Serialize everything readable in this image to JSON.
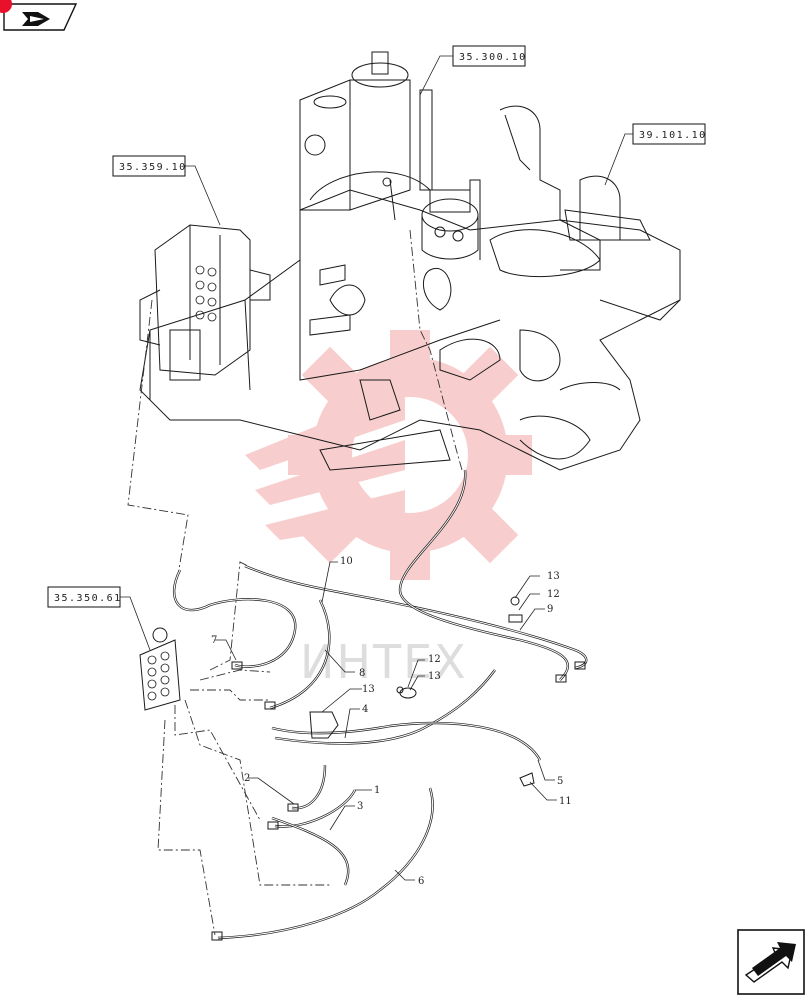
{
  "references": [
    {
      "id": "ref-35-300-10",
      "label": "35.300.10"
    },
    {
      "id": "ref-35-359-10",
      "label": "35.359.10"
    },
    {
      "id": "ref-39-101-10",
      "label": "39.101.10"
    },
    {
      "id": "ref-35-350-61",
      "label": "35.350.61"
    }
  ],
  "callouts": [
    {
      "id": "c10",
      "label": "10"
    },
    {
      "id": "c13a",
      "label": "13"
    },
    {
      "id": "c12a",
      "label": "12"
    },
    {
      "id": "c9",
      "label": "9"
    },
    {
      "id": "c7",
      "label": "7"
    },
    {
      "id": "c12b",
      "label": "12"
    },
    {
      "id": "c13b",
      "label": "13"
    },
    {
      "id": "c8",
      "label": "8"
    },
    {
      "id": "c13c",
      "label": "13"
    },
    {
      "id": "c4",
      "label": "4"
    },
    {
      "id": "c2",
      "label": "2"
    },
    {
      "id": "c1",
      "label": "1"
    },
    {
      "id": "c3",
      "label": "3"
    },
    {
      "id": "c5",
      "label": "5"
    },
    {
      "id": "c11",
      "label": "11"
    },
    {
      "id": "c6",
      "label": "6"
    }
  ],
  "watermark": {
    "text": "ИНТЕХ",
    "color": "#f4a6a6"
  },
  "icons": {
    "top_left": "book-pointer-icon",
    "bottom_right": "next-page-arrow-icon"
  },
  "colors": {
    "line": "#1a1a1a",
    "badge": "#e8102a"
  }
}
